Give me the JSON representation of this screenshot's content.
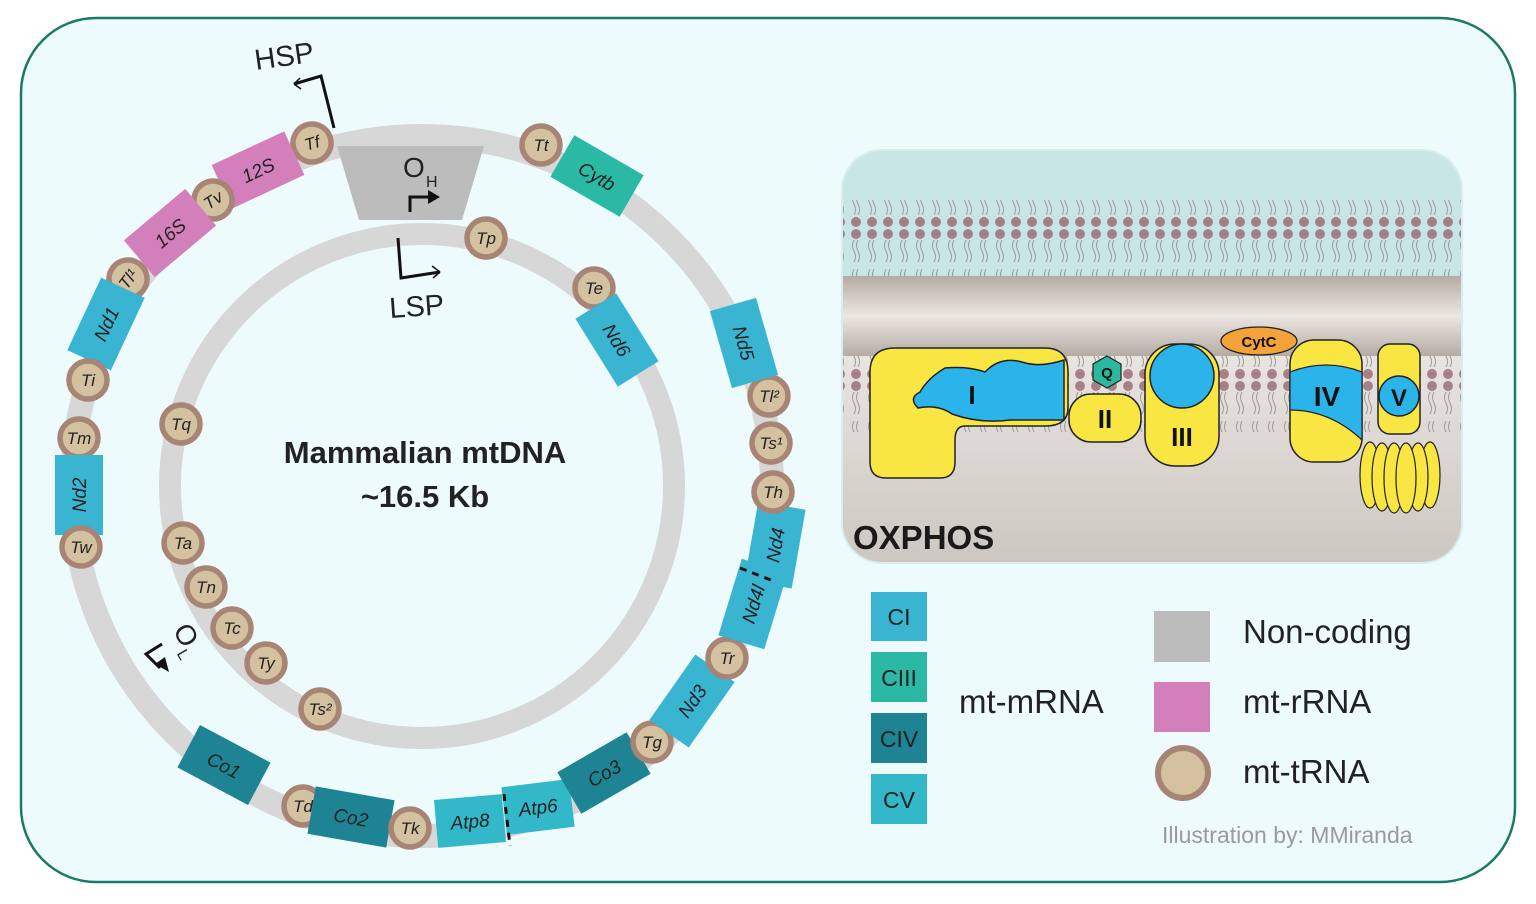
{
  "diagram": {
    "center_title_line1": "Mammalian mtDNA",
    "center_title_line2": "~16.5 Kb",
    "promoters": {
      "hsp": "HSP",
      "lsp": "LSP",
      "origin_h": "O",
      "origin_h_sub": "H",
      "origin_l": "O",
      "origin_l_sub": "L"
    },
    "outer_ring": [
      {
        "label": "Tf",
        "kind": "trna"
      },
      {
        "label": "12S",
        "kind": "rrna"
      },
      {
        "label": "Tv",
        "kind": "trna"
      },
      {
        "label": "16S",
        "kind": "rrna"
      },
      {
        "label": "Tl¹",
        "kind": "trna"
      },
      {
        "label": "Nd1",
        "kind": "ci"
      },
      {
        "label": "Ti",
        "kind": "trna"
      },
      {
        "label": "Tm",
        "kind": "trna"
      },
      {
        "label": "Nd2",
        "kind": "ci"
      },
      {
        "label": "Tw",
        "kind": "trna"
      },
      {
        "label": "Co1",
        "kind": "civ"
      },
      {
        "label": "Td",
        "kind": "trna"
      },
      {
        "label": "Co2",
        "kind": "civ"
      },
      {
        "label": "Tk",
        "kind": "trna"
      },
      {
        "label": "Atp8",
        "kind": "cv"
      },
      {
        "label": "Atp6",
        "kind": "cv"
      },
      {
        "label": "Co3",
        "kind": "civ"
      },
      {
        "label": "Tg",
        "kind": "trna"
      },
      {
        "label": "Nd3",
        "kind": "ci"
      },
      {
        "label": "Tr",
        "kind": "trna"
      },
      {
        "label": "Nd4l",
        "kind": "ci"
      },
      {
        "label": "Nd4",
        "kind": "ci"
      },
      {
        "label": "Th",
        "kind": "trna"
      },
      {
        "label": "Ts¹",
        "kind": "trna"
      },
      {
        "label": "Tl²",
        "kind": "trna"
      },
      {
        "label": "Nd5",
        "kind": "ci"
      },
      {
        "label": "Cytb",
        "kind": "ciii"
      },
      {
        "label": "Tt",
        "kind": "trna"
      }
    ],
    "inner_ring": [
      {
        "label": "Tp",
        "kind": "trna"
      },
      {
        "label": "Te",
        "kind": "trna"
      },
      {
        "label": "Nd6",
        "kind": "ci"
      },
      {
        "label": "Tq",
        "kind": "trna"
      },
      {
        "label": "Ta",
        "kind": "trna"
      },
      {
        "label": "Tn",
        "kind": "trna"
      },
      {
        "label": "Tc",
        "kind": "trna"
      },
      {
        "label": "Ty",
        "kind": "trna"
      },
      {
        "label": "Ts²",
        "kind": "trna"
      }
    ]
  },
  "oxphos": {
    "title": "OXPHOS",
    "complexes": [
      "I",
      "II",
      "III",
      "IV",
      "V"
    ],
    "carriers": {
      "q": "Q",
      "cytc": "CytC"
    }
  },
  "legend": {
    "mrna_boxes": [
      "CI",
      "CIII",
      "CIV",
      "CV"
    ],
    "mrna_label": "mt-mRNA",
    "noncoding": "Non-coding",
    "rrna": "mt-rRNA",
    "trna": "mt-tRNA"
  },
  "credit": "Illustration by: MMiranda",
  "colors": {
    "ci": "#39b5d2",
    "ciii": "#2bb8a4",
    "civ": "#1e8494",
    "cv": "#32b8c8",
    "rrna": "#d27fbc",
    "noncoding": "#bcbcbc",
    "trna_fill": "#d3c1a0",
    "trna_ring": "#a88474",
    "frame": "#1a7a64",
    "background": "#eefbfd"
  }
}
